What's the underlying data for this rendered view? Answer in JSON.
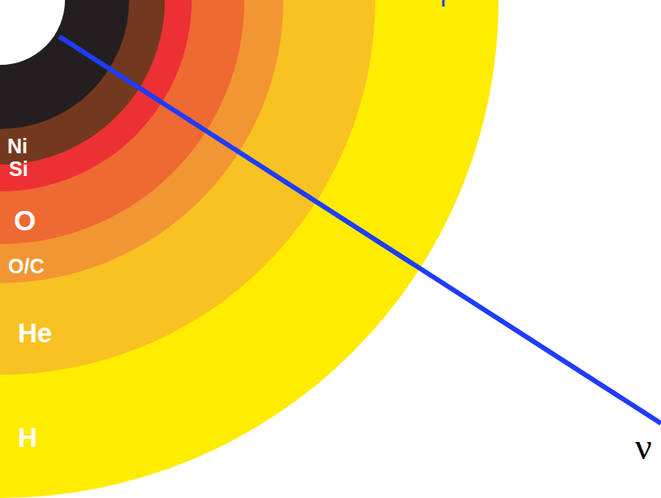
{
  "diagram": {
    "labels": [
      "Ni",
      "Si",
      "O",
      "O/C",
      "He",
      "H",
      "ν"
    ]
  }
}
